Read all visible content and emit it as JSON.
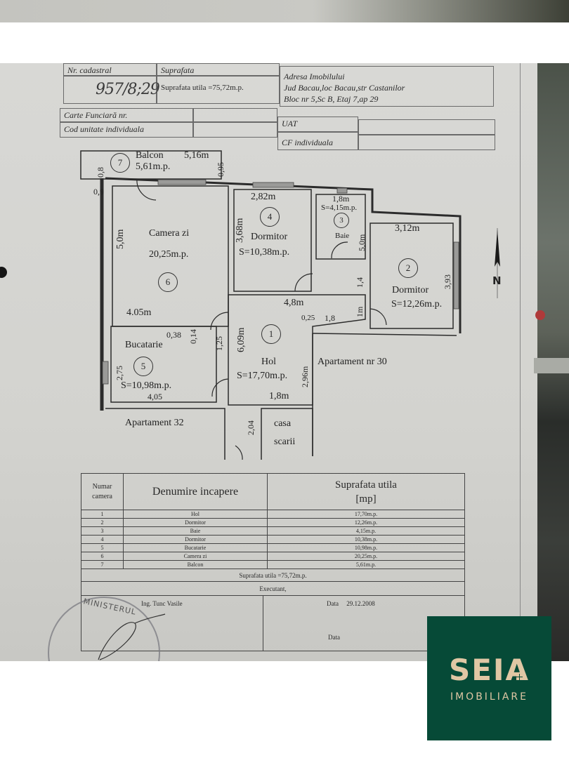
{
  "header": {
    "nr_cadastral_label": "Nr. cadastral",
    "nr_cadastral_value": "957/8;29",
    "suprafata_label": "Suprafata",
    "suprafata_value": "Suprafata utila =75,72m.p.",
    "adresa_label": "Adresa Imobilului",
    "adresa_line1": "Jud Bacau,loc Bacau,str Castanilor",
    "adresa_line2": "Bloc nr 5,Sc B, Etaj 7,ap 29",
    "carte_funciara_label": "Carte Funciară nr.",
    "cod_unitate_label": "Cod unitate individuala",
    "uat_label": "UAT",
    "cf_individuala_label": "CF individuala"
  },
  "plan": {
    "rooms": [
      {
        "nr": "1",
        "name": "Hol",
        "area": "S=17,70m.p."
      },
      {
        "nr": "2",
        "name": "Dormitor",
        "area": "S=12,26m.p."
      },
      {
        "nr": "3",
        "name": "Baie",
        "area": "S=4,15m.p."
      },
      {
        "nr": "4",
        "name": "Dormitor",
        "area": "S=10,38m.p."
      },
      {
        "nr": "5",
        "name": "Bucatarie",
        "area": "S=10,98m.p."
      },
      {
        "nr": "6",
        "name": "Camera zi",
        "area": "20,25m.p."
      },
      {
        "nr": "7",
        "name": "Balcon",
        "area": "5,61m.p."
      }
    ],
    "dimensions": {
      "balcon_w": "5,16m",
      "balcon_h": "0,95",
      "balcon_l1": "0,8",
      "balcon_l2": "0,9",
      "camera_h": "5,0m",
      "camera_w": "4.05m",
      "dorm4_w": "2,82m",
      "dorm4_h": "3,68m",
      "baie_w": "1,8m",
      "baie_h": "5,0m",
      "dorm2_w": "3,12m",
      "dorm2_h": "3,93",
      "hol_w": "4,8m",
      "hol_h": "6,09m",
      "hol_a": "0,25",
      "hol_b": "1,8",
      "hol_c": "1,4",
      "hol_d": "1m",
      "hol_e": "2,96m",
      "hol_f": "1,8m",
      "buc_a": "0,38",
      "buc_b": "0,14",
      "buc_c": "1,25",
      "buc_h": "2,75",
      "buc_w": "4,05",
      "entry": "2,04"
    },
    "neighbors": {
      "apt30": "Apartament nr 30",
      "apt32": "Apartament  32",
      "stair1": "casa",
      "stair2": "scarii"
    },
    "north_label": "N"
  },
  "table": {
    "headers": [
      "Numar camera",
      "Denumire incapere",
      "Suprafata utila",
      "[mp]"
    ],
    "rows": [
      {
        "nr": "1",
        "name": "Hol",
        "area": "17,70m.p."
      },
      {
        "nr": "2",
        "name": "Dormitor",
        "area": "12,26m.p."
      },
      {
        "nr": "3",
        "name": "Baie",
        "area": "4,15m.p."
      },
      {
        "nr": "4",
        "name": "Dormitor",
        "area": "10,38m.p."
      },
      {
        "nr": "5",
        "name": "Bucatarie",
        "area": "10,98m.p."
      },
      {
        "nr": "6",
        "name": "Camera zi",
        "area": "20,25m.p."
      },
      {
        "nr": "7",
        "name": "Balcon",
        "area": "5,61m.p."
      }
    ],
    "total": "Suprafata utila =75,72m.p.",
    "executant_label": "Executant,",
    "engineer": "Ing. Tunc Vasile",
    "date_label": "Data",
    "date_value": "29.12.2008",
    "date_label2": "Data"
  },
  "stamp": {
    "text": "MINISTERUL"
  },
  "logo": {
    "word": "SEIA",
    "subtitle": "IMOBILIARE",
    "bg_color": "#064a37",
    "fg_color": "#e0c7a4"
  }
}
